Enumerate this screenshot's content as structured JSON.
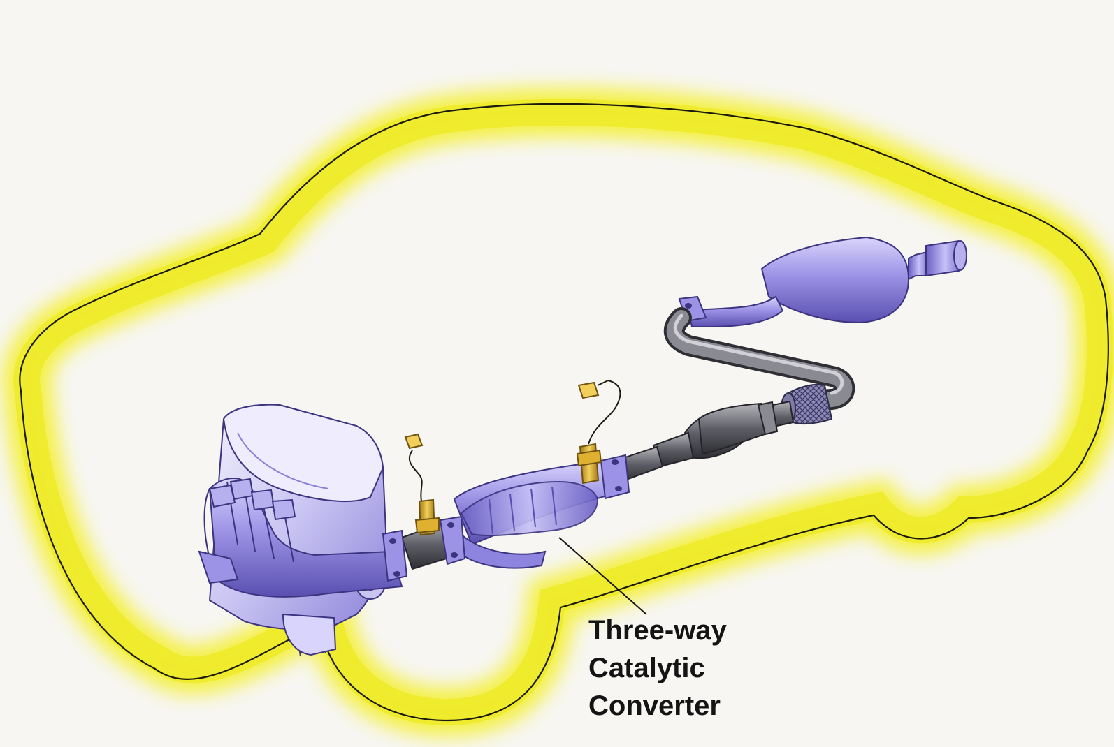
{
  "callout": {
    "lines": [
      "Three-way",
      "Catalytic",
      "Converter"
    ]
  },
  "colors": {
    "background": "#f7f6f2",
    "car_glow": "#f4f03a",
    "component_purple": "#8d84e0",
    "component_dark": "#5a4fb0",
    "pipe_gray": "#5e5e66",
    "sensor_gold": "#e0b030",
    "ink": "#141414"
  },
  "icons": {
    "engine": "engine-block-icon",
    "manifold": "exhaust-manifold-icon",
    "sensor": "oxygen-sensor-icon",
    "connector": "sensor-connector-icon",
    "converter": "catalytic-converter-icon",
    "resonator": "resonator-icon",
    "flex": "flex-pipe-icon",
    "muffler": "muffler-icon"
  }
}
